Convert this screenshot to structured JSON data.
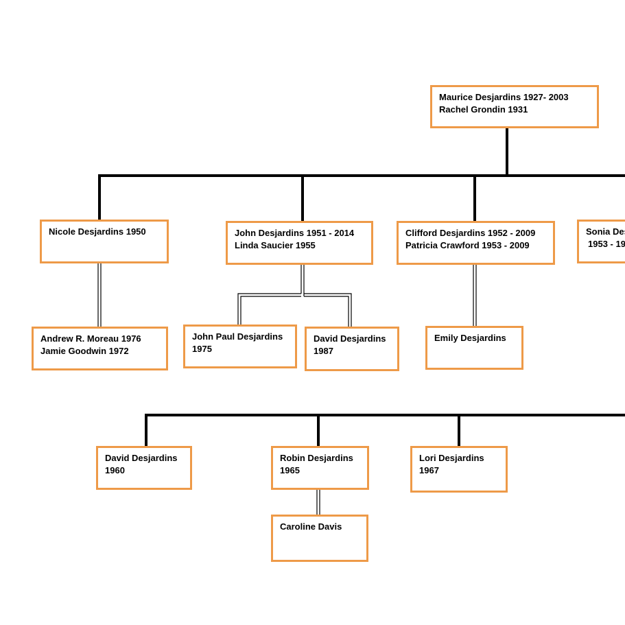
{
  "root": {
    "line1": "Maurice Desjardins 1927-  2003",
    "line2": "Rachel Grondin 1931"
  },
  "children": [
    {
      "line1": "Nicole Desjardins 1950",
      "line2": ""
    },
    {
      "line1": "John Desjardins 1951 - 2014",
      "line2": "Linda Saucier 1955"
    },
    {
      "line1": "Clifford Desjardins 1952 - 2009",
      "line2": "Patricia Crawford 1953 - 2009"
    },
    {
      "line1": "Sonia Des",
      "line2": "1953 - 19"
    }
  ],
  "grandchildren": [
    {
      "line1": "Andrew R. Moreau 1976",
      "line2": "Jamie Goodwin 1972"
    },
    {
      "line1": "John Paul Desjardins",
      "line2": "1975"
    },
    {
      "line1": "David Desjardins",
      "line2": "1987"
    },
    {
      "line1": "Emily Desjardins",
      "line2": ""
    }
  ],
  "lower_row": [
    {
      "line1": "David Desjardins",
      "line2": "1960"
    },
    {
      "line1": "Robin Desjardins",
      "line2": "1965"
    },
    {
      "line1": "Lori Desjardins",
      "line2": "1967"
    }
  ],
  "lower_spouse": {
    "line1": "Caroline Davis",
    "line2": ""
  },
  "colors": {
    "box_border": "#ee9a48",
    "line": "#000000"
  }
}
